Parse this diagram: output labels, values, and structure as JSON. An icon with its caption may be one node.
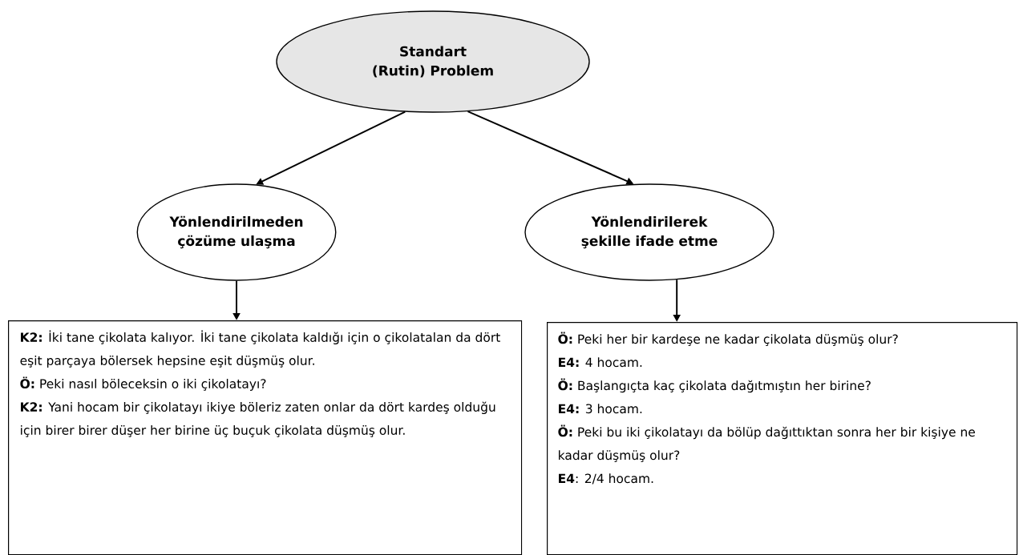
{
  "diagram": {
    "nodes": [
      {
        "text": [
          "Standart (Rutin) Problem"
        ]
      },
      {
        "text": [
          "Yönlendirilmeden çözüme ulaşma"
        ]
      },
      {
        "text": [
          "Yönlendirilerek şekille ifade etme"
        ]
      },
      {
        "text": [
          "**K2:** İki tane çikolata kalıyor. İki tane çikolata kaldığı için o çikolatalan da dört eşit parçaya bölersek hepsine eşit düşmüş olur.",
          "**Ö:** Peki nasıl böleceksin o iki çikolatayı?",
          "**K2:** Yani hocam bir çikolatayı ikiye böleriz zaten onlar da dört kardeş olduğu için birer birer düşer her birine üç buçuk çikolata düşmüş olur."
        ]
      },
      {
        "text": [
          "**Ö:** Peki her bir kardeşe ne kadar çikolata düşmüş olur?",
          "**E4:** 4 hocam.",
          "**Ö:** Başlangıçta kaç çikolata dağıtmıştın her birine?",
          "**E4:** 3 hocam.",
          "**Ö:** Peki bu iki çikolatayı da bölüp dağıttıktan sonra her bir kişiye ne kadar düşmüş olur?",
          "**E4**: 2/4 hocam."
        ]
      }
    ],
    "edges": [
      {
        "from": 0,
        "to": 1,
        "arrow": "to"
      },
      {
        "from": 0,
        "to": 2,
        "arrow": "to"
      },
      {
        "from": 1,
        "to": 3,
        "arrow": "to"
      },
      {
        "from": 2,
        "to": 4,
        "arrow": "to"
      }
    ]
  }
}
